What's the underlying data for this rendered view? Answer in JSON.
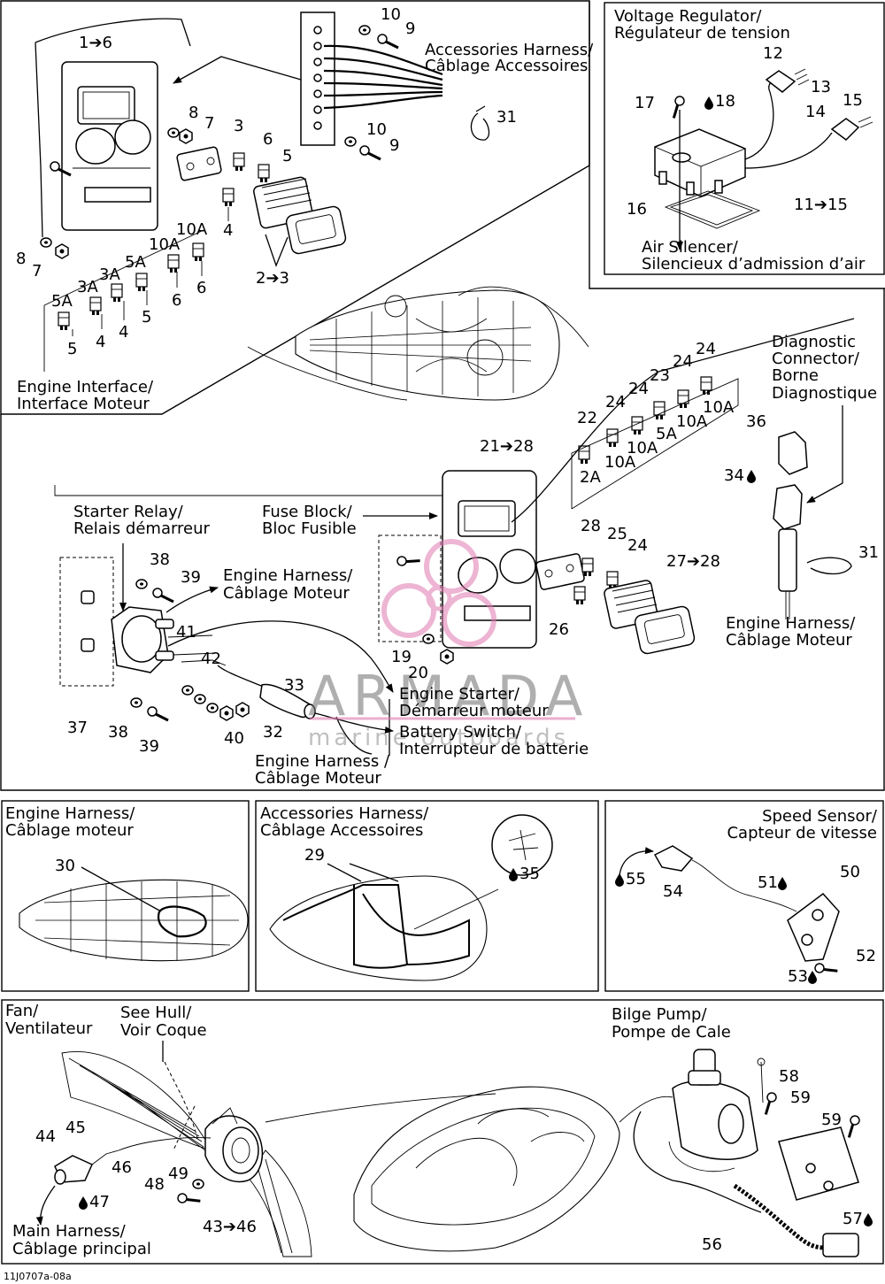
{
  "labels": {
    "accessories_harness": [
      "Accessories Harness/",
      "Câblage Accessoires"
    ],
    "voltage_regulator": [
      "Voltage Regulator/",
      "Régulateur de tension"
    ],
    "air_silencer": [
      "Air Silencer/",
      "Silencieux d’admission d’air"
    ],
    "engine_interface": [
      "Engine Interface/",
      "Interface Moteur"
    ],
    "diagnostic_connector": [
      "Diagnostic",
      "Connector/",
      "Borne",
      "Diagnostique"
    ],
    "starter_relay": [
      "Starter Relay/",
      "Relais démarreur"
    ],
    "fuse_block": [
      "Fuse Block/",
      "Bloc Fusible"
    ],
    "engine_harness_1": [
      "Engine Harness/",
      "Câblage Moteur"
    ],
    "engine_harness_2": [
      "Engine Harness/",
      "Câblage Moteur"
    ],
    "engine_starter": [
      "Engine Starter/",
      "Démarreur moteur"
    ],
    "battery_switch": [
      "Battery Switch/",
      "Interrupteur de batterie"
    ],
    "engine_harness_3": [
      "Engine Harness /",
      "Câblage Moteur"
    ],
    "engine_harness_panel": [
      "Engine Harness/",
      "Câblage moteur"
    ],
    "accessories_harness_panel": [
      "Accessories Harness/",
      "Câblage Accessoires"
    ],
    "speed_sensor": [
      "Speed Sensor/",
      "Capteur de vitesse"
    ],
    "fan": [
      "Fan/",
      "Ventilateur"
    ],
    "see_hull": [
      "See Hull/",
      "Voir Coque"
    ],
    "bilge_pump": [
      "Bilge Pump/",
      "Pompe de Cale"
    ],
    "main_harness": [
      "Main Harness/",
      "Câblage principal"
    ]
  },
  "callouts": {
    "c1_6": "1➔6",
    "c10a": "10",
    "c9a": "9",
    "c31a": "31",
    "c8a": "8",
    "c7a": "7",
    "c3a": "3",
    "c6a": "6",
    "c5a": "5",
    "c10b": "10",
    "c9b": "9",
    "c4a": "4",
    "c8b": "8",
    "c7b": "7",
    "c2_3": "2➔3",
    "f10a_1": "10A",
    "f10a_2": "10A",
    "f5a_1": "5A",
    "f3a_1": "3A",
    "f3a_2": "3A",
    "f5a_2": "5A",
    "c6b": "6",
    "c6c": "6",
    "c5b": "5",
    "c4b": "4",
    "c4c": "4",
    "c5c": "5",
    "c12": "12",
    "c13": "13",
    "c17": "17",
    "c18": "18",
    "c15": "15",
    "c14": "14",
    "c16": "16",
    "c11_15": "11➔15",
    "c24a": "24",
    "c24b": "24",
    "c23": "23",
    "c24c": "24",
    "c10a_3": "10A",
    "c22": "22",
    "c10a_4": "10A",
    "c5a_3": "5A",
    "c10a_5": "10A",
    "c10a_6": "10A",
    "c2a": "2A",
    "c36": "36",
    "c34": "34",
    "c21_28": "21➔28",
    "c28": "28",
    "c25": "25",
    "c24d": "24",
    "c27_28": "27➔28",
    "c26": "26",
    "c31b": "31",
    "c38a": "38",
    "c39a": "39",
    "c41": "41",
    "c42": "42",
    "c19": "19",
    "c20": "20",
    "c33": "33",
    "c37": "37",
    "c38b": "38",
    "c39b": "39",
    "c40": "40",
    "c32": "32",
    "c30": "30",
    "c29": "29",
    "c35": "35",
    "c55": "55",
    "c54": "54",
    "c51": "51",
    "c50": "50",
    "c52": "52",
    "c53": "53",
    "c44": "44",
    "c45": "45",
    "c46": "46",
    "c47": "47",
    "c48": "48",
    "c49": "49",
    "c43_46": "43➔46",
    "c58": "58",
    "c59a": "59",
    "c59b": "59",
    "c57": "57",
    "c56": "56"
  },
  "watermark": {
    "brand": "ARMADA",
    "tagline": "marine outboards"
  },
  "footer_code": "11J0707a-08a",
  "icons": [
    "drop-icon",
    "arrow-icon",
    "fuse-icon",
    "connector-icon",
    "screw-icon",
    "hull-outline"
  ]
}
